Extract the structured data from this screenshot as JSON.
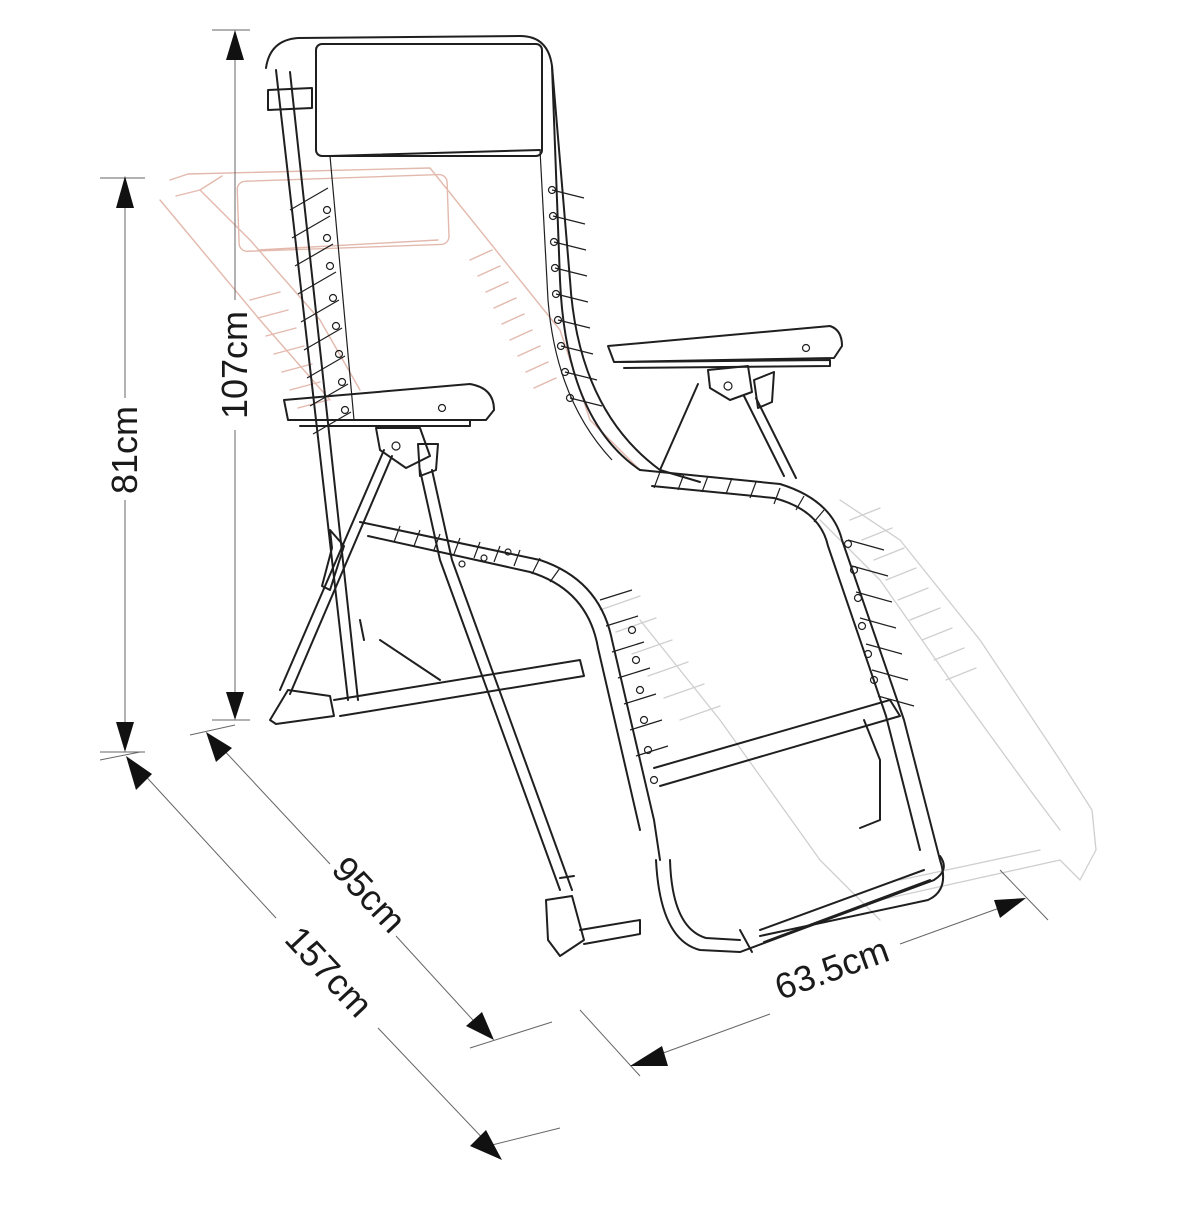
{
  "diagram": {
    "dimensions": {
      "upright_height": "107cm",
      "reclined_height": "81cm",
      "upright_depth": "95cm",
      "reclined_length": "157cm",
      "width": "63.5cm"
    },
    "colors": {
      "line": "#1f1f1f",
      "ghost_back": "#e3b9ad",
      "ghost_front": "#cfcfcf"
    }
  }
}
